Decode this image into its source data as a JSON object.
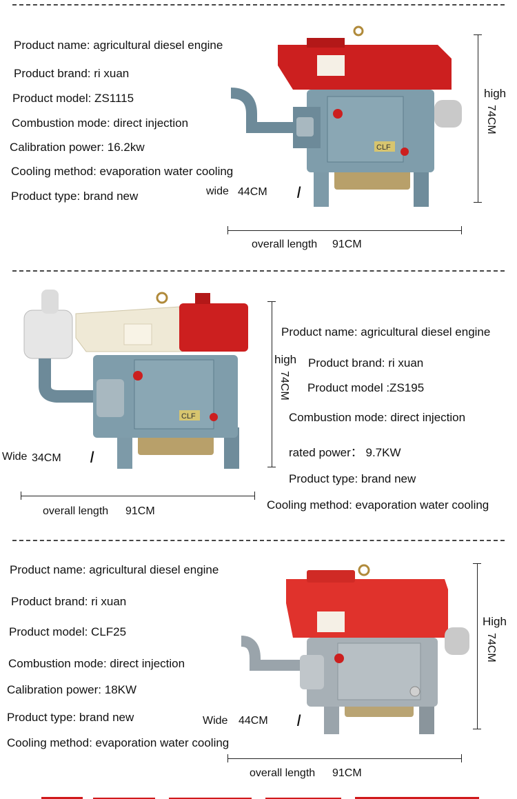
{
  "engines": [
    {
      "product_name": "Product name: agricultural diesel engine",
      "brand": "Product brand: ri  xuan",
      "model": "Product model: ZS1115",
      "combustion": "Combustion mode: direct injection",
      "power": "Calibration power: 16.2kw",
      "cooling": "Cooling method: evaporation water cooling",
      "type": "Product type: brand new",
      "wide_label": "wide",
      "wide_value": "44CM",
      "high_label": "high",
      "high_value": "74CM",
      "length_label": "overall length",
      "length_value": "91CM",
      "plate_text": "CLF"
    },
    {
      "product_name": "Product name: agricultural diesel engine",
      "brand": "Product brand: ri  xuan",
      "model": "Product model :ZS195",
      "combustion": "Combustion mode: direct injection",
      "power": "rated power：  9.7KW",
      "cooling": "Cooling method: evaporation water cooling",
      "type": "Product type: brand new",
      "wide_label": "Wide",
      "wide_value": "34CM",
      "high_label": "high",
      "high_value": "74CM",
      "length_label": "overall length",
      "length_value": "91CM",
      "plate_text": "CLF"
    },
    {
      "product_name": "Product name: agricultural diesel engine",
      "brand": "Product brand: ri  xuan",
      "model": "Product model: CLF25",
      "combustion": "Combustion mode: direct injection",
      "power": "Calibration power: 18KW",
      "type": "Product type: brand new",
      "cooling": "Cooling method: evaporation water cooling",
      "wide_label": "Wide",
      "wide_value": "44CM",
      "high_label": "High",
      "high_value": "74CM",
      "length_label": "overall length",
      "length_value": "91CM"
    }
  ],
  "colors": {
    "red": "#cc1f1f",
    "steel": "#7d9aa8",
    "cream": "#efe9d6"
  }
}
